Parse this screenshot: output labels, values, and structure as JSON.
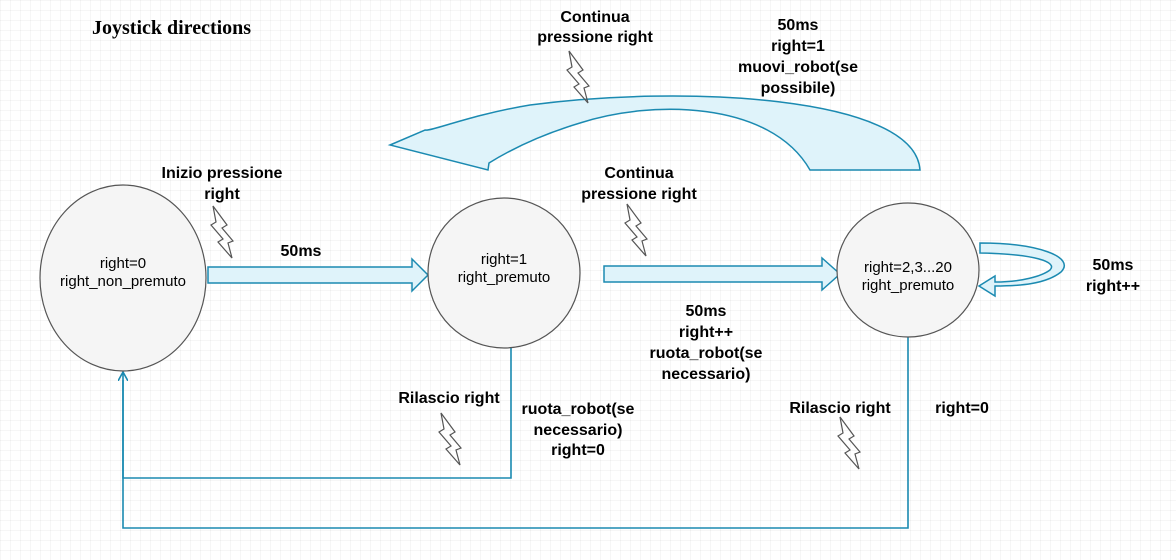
{
  "title": "Joystick directions",
  "states": [
    {
      "lines": [
        "right=0",
        "right_non_premuto"
      ]
    },
    {
      "lines": [
        "right=1",
        "right_premuto"
      ]
    },
    {
      "lines": [
        "right=2,3...20",
        "right_premuto"
      ]
    }
  ],
  "labels": {
    "start_press": [
      "Inizio pressione",
      "right"
    ],
    "t50_a": "50ms",
    "continue_press_mid": [
      "Continua",
      "pressione right"
    ],
    "t50_b": [
      "50ms",
      "right++",
      "ruota_robot(se",
      "necessario)"
    ],
    "release_a": "Rilascio right",
    "release_a_action": [
      "ruota_robot(se",
      "necessario)",
      "right=0"
    ],
    "release_b": "Rilascio right",
    "release_b_action": "right=0",
    "continue_press_top": [
      "Continua",
      "pressione right"
    ],
    "back_action": [
      "50ms",
      "right=1",
      "muovi_robot(se",
      "possibile)"
    ],
    "self_loop": [
      "50ms",
      "right++"
    ]
  },
  "colors": {
    "arrow_stroke": "#1b8ab1",
    "arrow_fill": "#dff3fa",
    "state_fill": "#f5f5f5",
    "state_stroke": "#555555",
    "lightning_stroke": "#555555"
  }
}
